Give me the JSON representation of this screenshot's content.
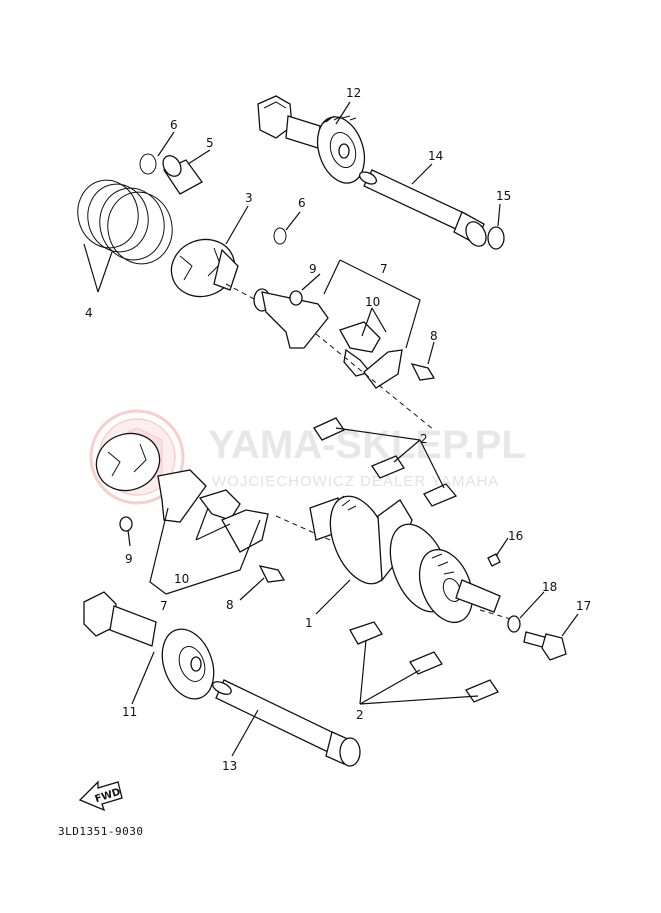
{
  "watermark": {
    "title": "YAMA-SKLEP.PL",
    "subtitle": "WOJCIECHOWICZ DEALER YAMAHA"
  },
  "diagram_code": "3LD1351-9030",
  "direction_label": "FWD",
  "callouts": {
    "c1": "1",
    "c2a": "2",
    "c2b": "2",
    "c3": "3",
    "c4": "4",
    "c5": "5",
    "c6a": "6",
    "c6b": "6",
    "c7a": "7",
    "c7b": "7",
    "c8a": "8",
    "c8b": "8",
    "c9a": "9",
    "c9b": "9",
    "c10a": "10",
    "c10b": "10",
    "c11": "11",
    "c12": "12",
    "c13": "13",
    "c14": "14",
    "c15": "15",
    "c16": "16",
    "c17": "17",
    "c18": "18"
  },
  "colors": {
    "line": "#111111",
    "watermark_logo": "#f2b8b8",
    "watermark_text": "#e7e7e7"
  }
}
